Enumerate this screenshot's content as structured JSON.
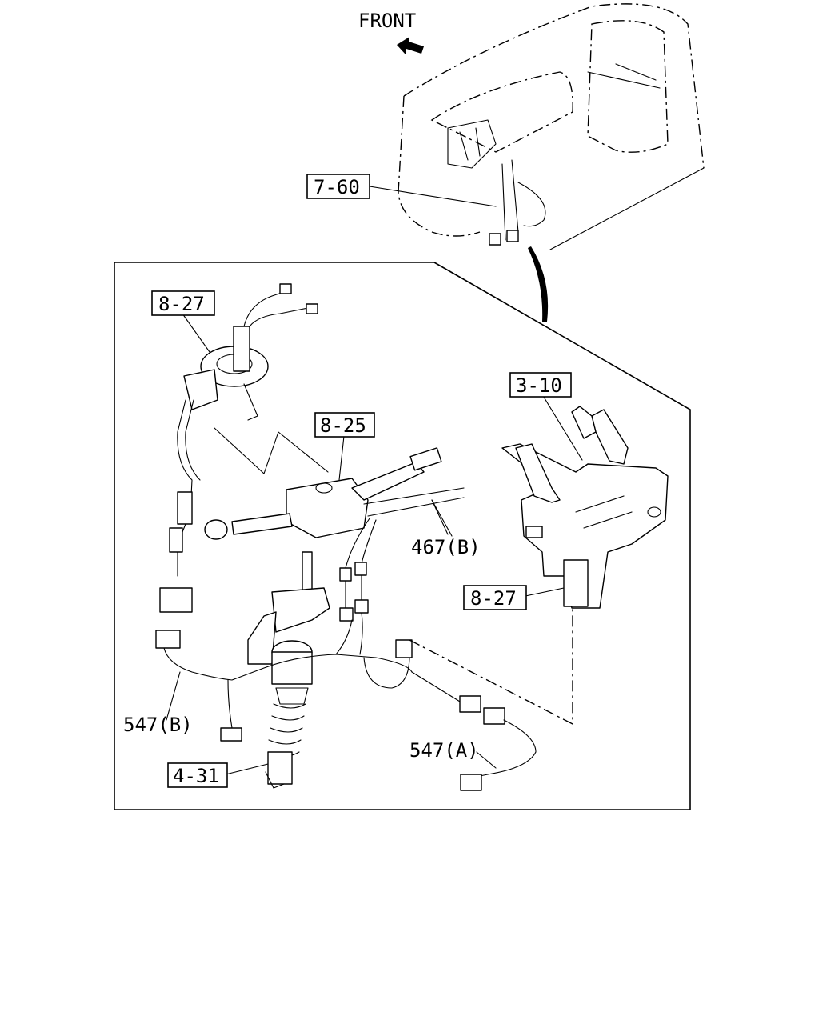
{
  "direction": {
    "label": "FRONT",
    "arrow_icon": "front-arrow-icon"
  },
  "callouts_boxed": [
    {
      "id": "c760",
      "text": "7-60"
    },
    {
      "id": "c827a",
      "text": "8-27"
    },
    {
      "id": "c825",
      "text": "8-25"
    },
    {
      "id": "c310",
      "text": "3-10"
    },
    {
      "id": "c827b",
      "text": "8-27"
    },
    {
      "id": "c431",
      "text": "4-31"
    }
  ],
  "callouts_plain": [
    {
      "id": "c467b",
      "text": "467(B)"
    },
    {
      "id": "c547b",
      "text": "547(B)"
    },
    {
      "id": "c547a",
      "text": "547(A)"
    }
  ]
}
